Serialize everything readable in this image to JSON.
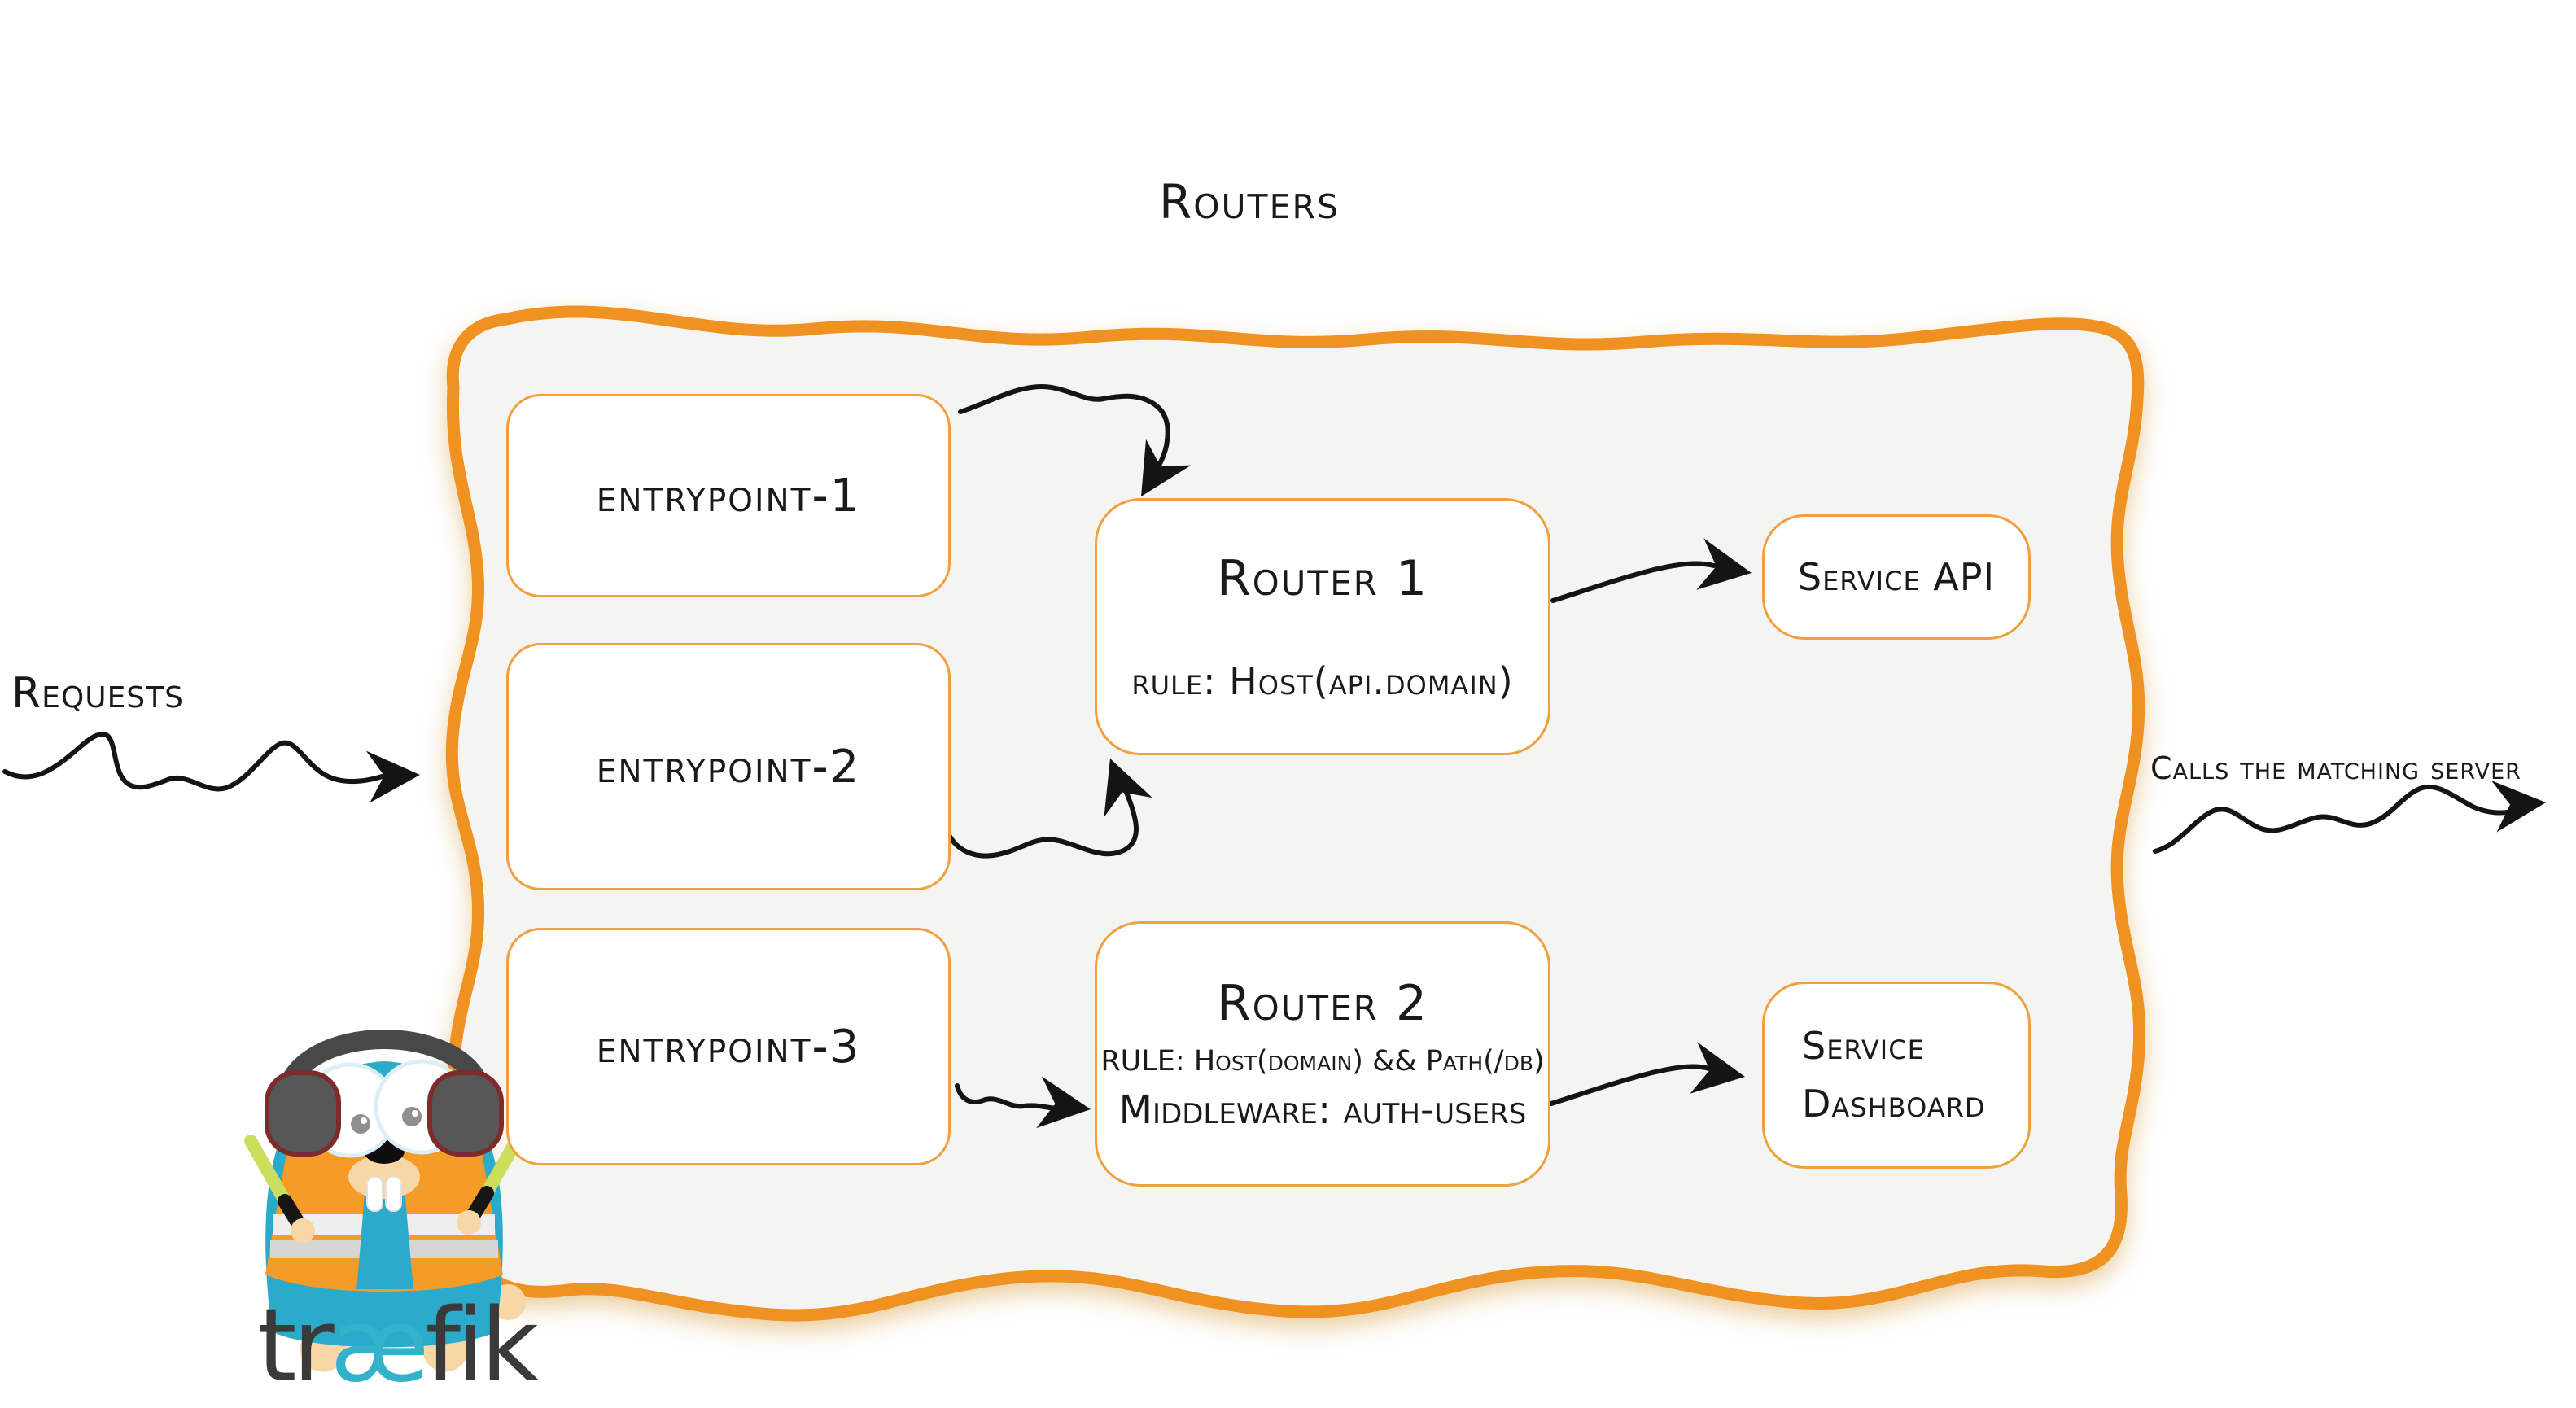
{
  "title": "Routers",
  "annotations": {
    "requests": "Requests",
    "calls": "Calls the matching server"
  },
  "entrypoints": [
    {
      "label": "entrypoint-1"
    },
    {
      "label": "entrypoint-2"
    },
    {
      "label": "entrypoint-3"
    }
  ],
  "routers": [
    {
      "title": "Router 1",
      "rule": "rule: Host(api.domain)"
    },
    {
      "title": "Router 2",
      "rule": "RULE: Host(domain) && Path(/db)",
      "middleware": "Middleware: auth-users"
    }
  ],
  "services": [
    {
      "label": "Service API"
    },
    {
      "lines": [
        "Service",
        "Dashboard"
      ]
    }
  ],
  "logo": {
    "wordmark": {
      "pre": "tr",
      "ae": "æ",
      "post": "fik"
    }
  },
  "colors": {
    "accent": "#ef9221",
    "box-border": "#efa041",
    "panel-fill": "#f4f4f2",
    "ink": "#1a1a1a",
    "gopher-blue": "#2caac9",
    "vest-orange": "#f59c28",
    "glow-green": "#cbdf5d",
    "wordmark-dark": "#3a3a3a",
    "wordmark-teal": "#33b2cc"
  }
}
